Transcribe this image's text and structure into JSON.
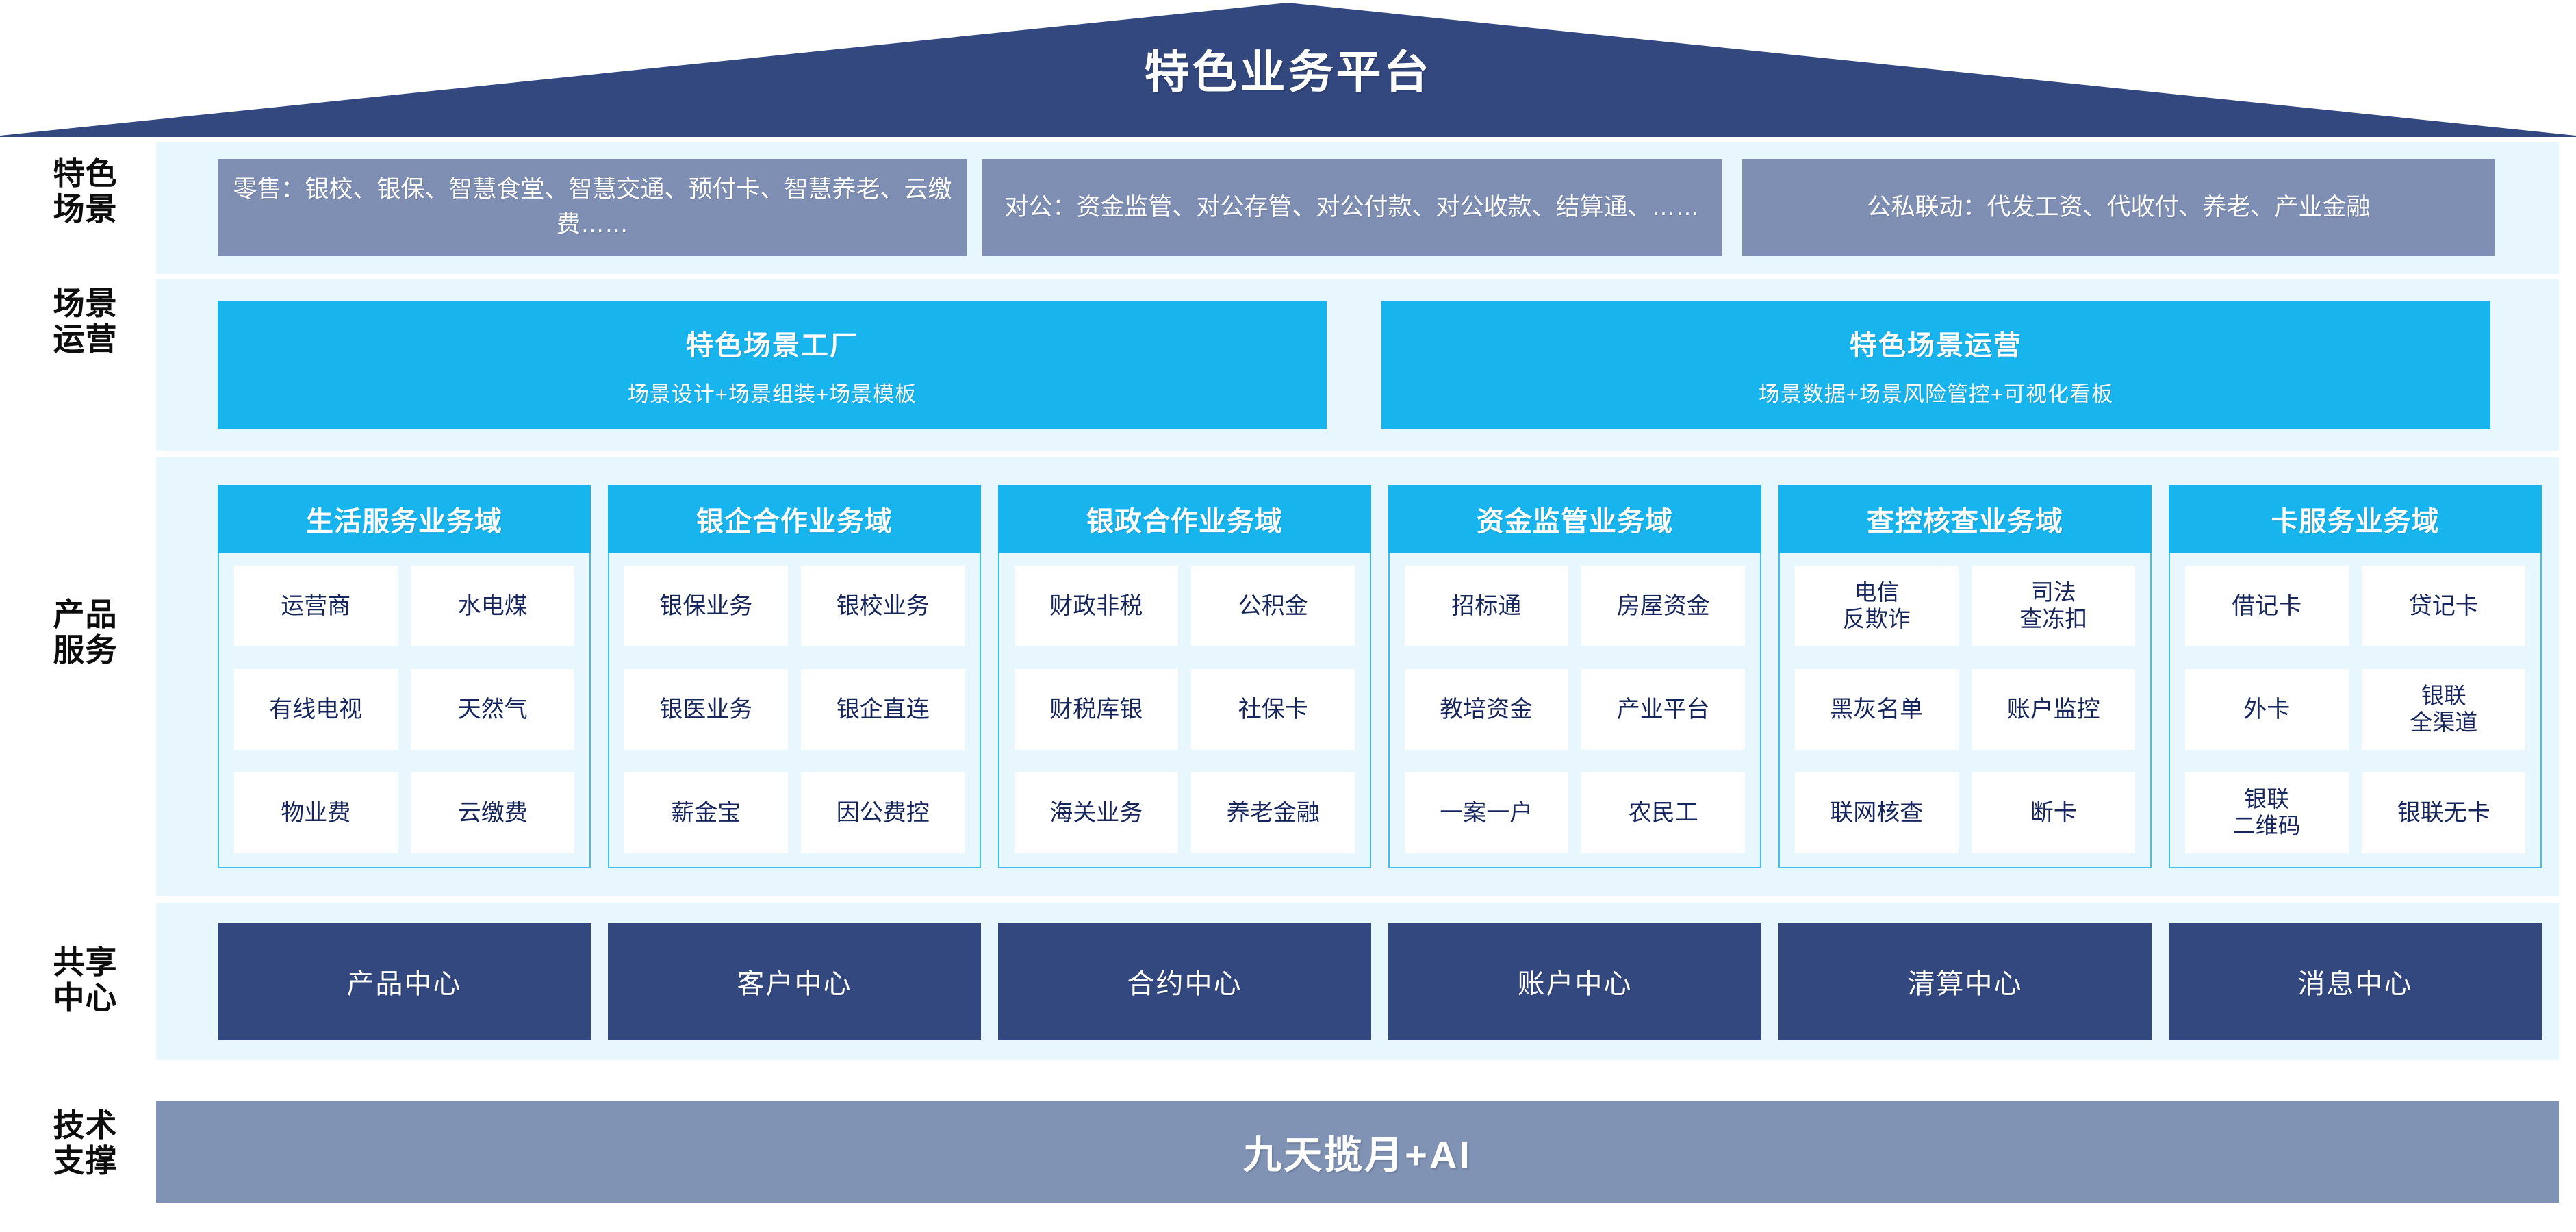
{
  "header": {
    "title": "特色业务平台",
    "shape": "pentagon-roof",
    "color": "#33487f"
  },
  "rail_labels": [
    {
      "key": "scenario",
      "text": "特色\n场景"
    },
    {
      "key": "operation",
      "text": "场景\n运营"
    },
    {
      "key": "product",
      "text": "产品\n服务"
    },
    {
      "key": "shared",
      "text": "共享\n中心"
    },
    {
      "key": "tech",
      "text": "技术\n支撑"
    }
  ],
  "scenario_row": {
    "boxes": [
      {
        "name": "retail",
        "text": "零售：银校、银保、智慧食堂、智慧交通、预付卡、智慧养老、云缴费……"
      },
      {
        "name": "corporate",
        "text": "对公：资金监管、对公存管、对公付款、对公收款、结算通、……"
      },
      {
        "name": "public-private",
        "text": "公私联动：代发工资、代收付、养老、产业金融"
      }
    ],
    "box_color": "#7f8fb3"
  },
  "operation_row": {
    "boxes": [
      {
        "name": "scene-factory",
        "title": "特色场景工厂",
        "subtitle": "场景设计+场景组装+场景模板"
      },
      {
        "name": "scene-operation",
        "title": "特色场景运营",
        "subtitle": "场景数据+场景风险管控+可视化看板"
      }
    ],
    "box_color": "#18b4ee"
  },
  "product_service": {
    "header_color": "#18b4ee",
    "body_color": "#e8f6fd",
    "border_color": "#3fc0f0",
    "cell_color": "#ffffff",
    "cell_text_color": "#16265c",
    "domains": [
      {
        "name": "life-service",
        "title": "生活服务业务域",
        "rows": [
          [
            "运营商",
            "水电煤"
          ],
          [
            "有线电视",
            "天然气"
          ],
          [
            "物业费",
            "云缴费"
          ]
        ]
      },
      {
        "name": "bank-enterprise",
        "title": "银企合作业务域",
        "rows": [
          [
            "银保业务",
            "银校业务"
          ],
          [
            "银医业务",
            "银企直连"
          ],
          [
            "薪金宝",
            "因公费控"
          ]
        ]
      },
      {
        "name": "bank-government",
        "title": "银政合作业务域",
        "rows": [
          [
            "财政非税",
            "公积金"
          ],
          [
            "财税库银",
            "社保卡"
          ],
          [
            "海关业务",
            "养老金融"
          ]
        ]
      },
      {
        "name": "fund-supervision",
        "title": "资金监管业务域",
        "rows": [
          [
            "招标通",
            "房屋资金"
          ],
          [
            "教培资金",
            "产业平台"
          ],
          [
            "一案一户",
            "农民工"
          ]
        ]
      },
      {
        "name": "investigation-control",
        "title": "查控核查业务域",
        "rows": [
          [
            "电信\n反欺诈",
            "司法\n查冻扣"
          ],
          [
            "黑灰名单",
            "账户监控"
          ],
          [
            "联网核查",
            "断卡"
          ]
        ]
      },
      {
        "name": "card-service",
        "title": "卡服务业务域",
        "rows": [
          [
            "借记卡",
            "贷记卡"
          ],
          [
            "外卡",
            "银联\n全渠道"
          ],
          [
            "银联\n二维码",
            "银联无卡"
          ]
        ]
      }
    ]
  },
  "shared_centers": {
    "box_color": "#33487f",
    "items": [
      {
        "name": "product-center",
        "label": "产品中心"
      },
      {
        "name": "customer-center",
        "label": "客户中心"
      },
      {
        "name": "contract-center",
        "label": "合约中心"
      },
      {
        "name": "account-center",
        "label": "账户中心"
      },
      {
        "name": "clearing-center",
        "label": "清算中心"
      },
      {
        "name": "message-center",
        "label": "消息中心"
      }
    ]
  },
  "tech_support": {
    "label": "九天揽月+AI",
    "bar_color": "#8193b5"
  }
}
